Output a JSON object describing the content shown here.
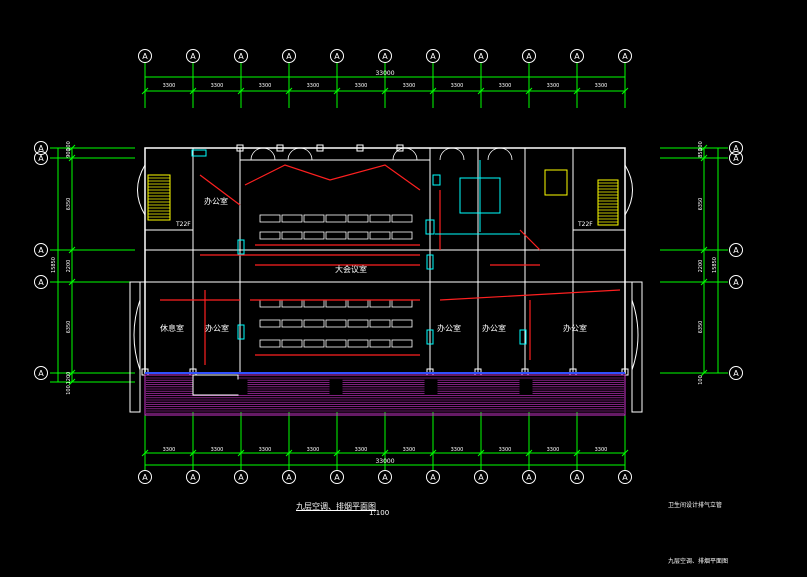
{
  "axis_bubble_text": "A",
  "top_dimensions": {
    "total": "33000",
    "spans": [
      "3300",
      "3300",
      "3300",
      "3300",
      "3300",
      "3300",
      "3300",
      "3300",
      "3300",
      "3300"
    ]
  },
  "bottom_dimensions": {
    "total": "33000",
    "spans": [
      "3300",
      "3300",
      "3300",
      "3300",
      "3300",
      "3300",
      "3300",
      "3300",
      "3300",
      "3300"
    ]
  },
  "left_dimensions": {
    "total": "15850",
    "segments": [
      "100",
      "900",
      "6350",
      "2200",
      "6350",
      "1200",
      "100"
    ]
  },
  "right_dimensions": {
    "total": "15850",
    "segments": [
      "100",
      "850",
      "6350",
      "2200",
      "6350",
      "100"
    ]
  },
  "room_labels": {
    "meeting_large": "大会议室",
    "office_left_top": "办公室",
    "office_left_bottom_1": "休息室",
    "office_left_bottom_2": "办公室",
    "office_right_1": "办公室",
    "office_right_2": "办公室",
    "office_right_3": "办公室",
    "stair_tag_left": "T22F",
    "stair_tag_right": "T22F"
  },
  "drawing_title": "九层空调、排烟平面图",
  "drawing_scale": "1:100",
  "side_note": "卫生间设计排气立管",
  "corner_title": "九层空调、排烟平面图",
  "colors": {
    "background": "#000000",
    "wall": "#ffffff",
    "dimension": "#00ff00",
    "duct": "#ff2020",
    "pipe": "#00ffff",
    "stair": "#ffff00",
    "balcony": "#cc33cc",
    "partition": "#3050ff"
  }
}
